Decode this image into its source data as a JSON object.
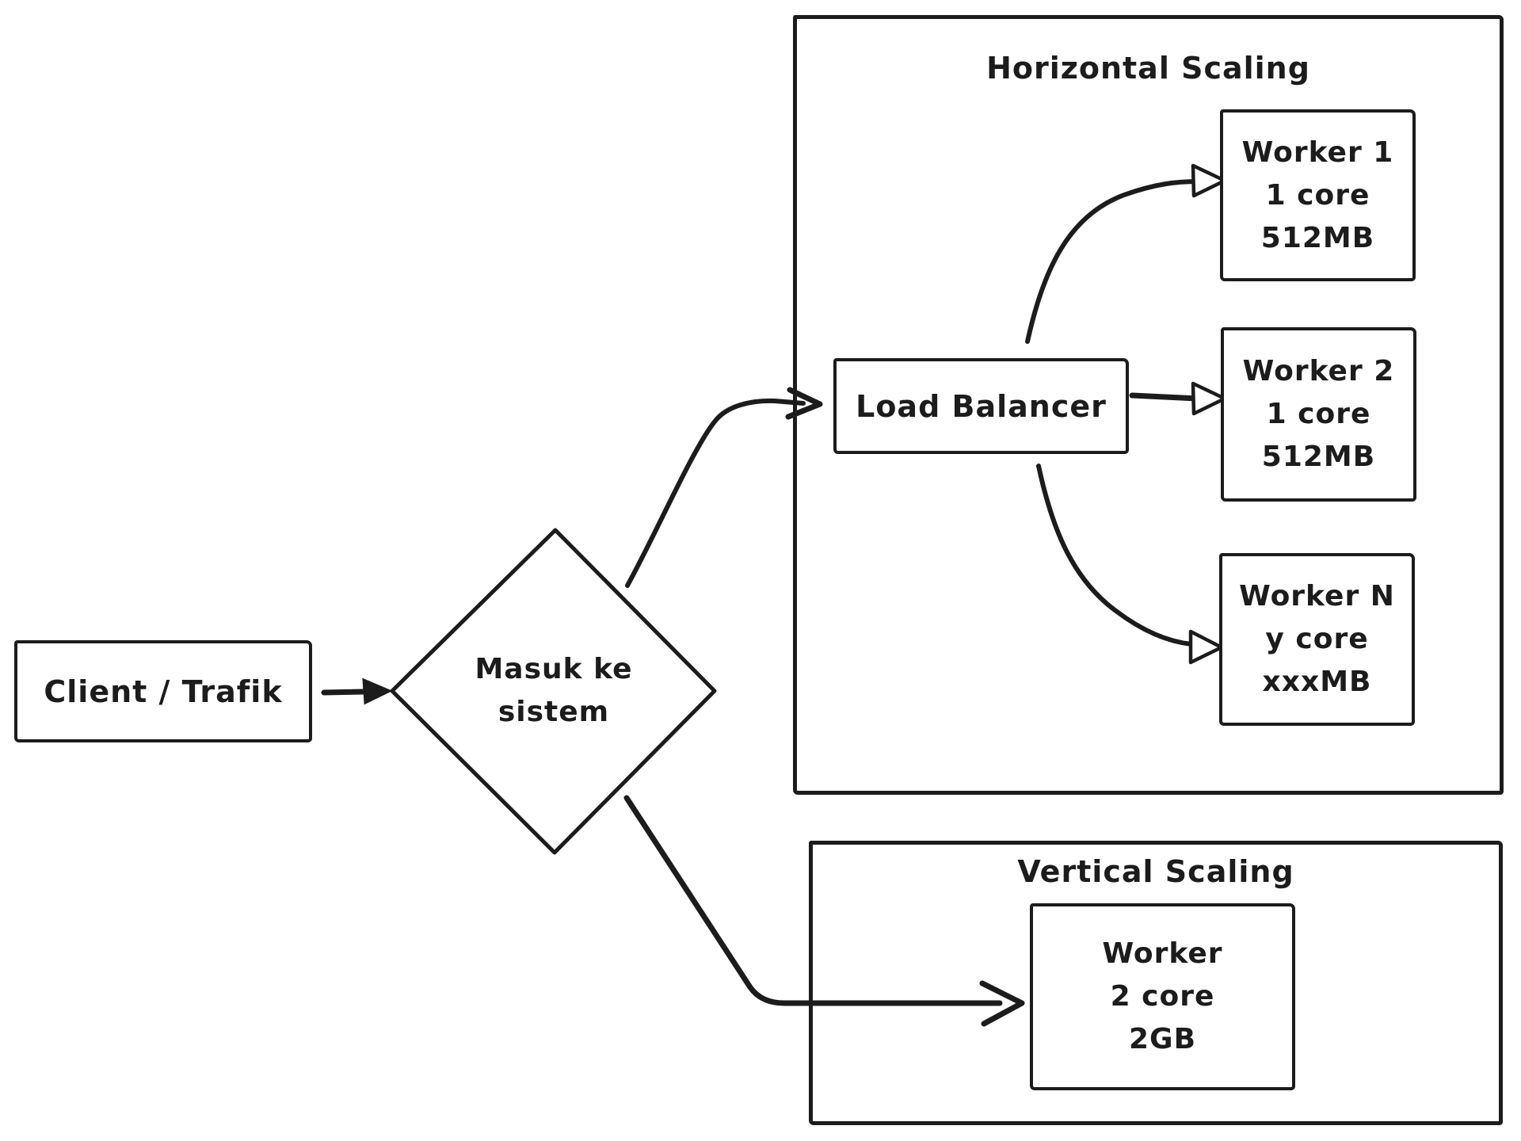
{
  "diagram": {
    "colors": {
      "stroke": "#1c1c1c",
      "background": "#ffffff"
    },
    "client": {
      "label": "Client / Trafik"
    },
    "decision": {
      "lines": [
        "Masuk ke",
        "sistem"
      ]
    },
    "horizontal_scaling": {
      "title": "Horizontal Scaling",
      "load_balancer": {
        "label": "Load Balancer"
      },
      "workers": [
        {
          "name": "Worker 1",
          "cores": "1 core",
          "memory": "512MB"
        },
        {
          "name": "Worker 2",
          "cores": "1 core",
          "memory": "512MB"
        },
        {
          "name": "Worker N",
          "cores": "y core",
          "memory": "xxxMB"
        }
      ]
    },
    "vertical_scaling": {
      "title": "Vertical Scaling",
      "worker": {
        "name": "Worker",
        "cores": "2 core",
        "memory": "2GB"
      }
    }
  }
}
